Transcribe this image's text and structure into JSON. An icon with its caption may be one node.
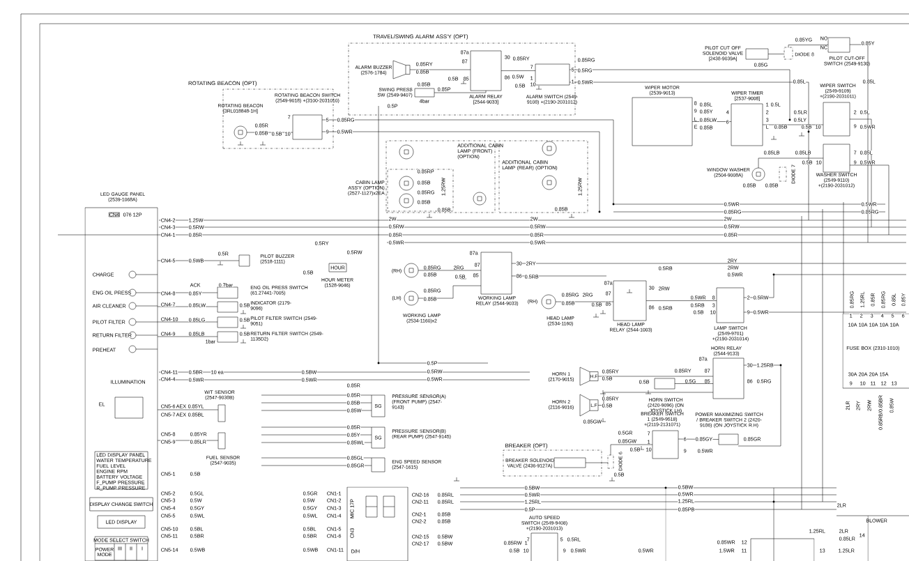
{
  "diagram": {
    "nodes": [
      {
        "text": [
          "ROTATING BEACON (OPT)"
        ]
      },
      {
        "text": [],
        "shape": "circle",
        "in": 0,
        "beside": [
          "ROTATING BEACON [3RL018848-1H]"
        ]
      },
      {
        "text": [],
        "shape": "box",
        "in": 0,
        "beside": [
          "ROTATING BEACON SWITCH (2549-9018) +(3100-2031010)"
        ]
      },
      {
        "text": [
          "TRAVEL/SWING ALARM ASS'Y (OPT)"
        ]
      },
      {
        "text": [],
        "shape": "speaker",
        "in": 3,
        "beside": [
          "ALARM BUZZER (2576-1784)"
        ]
      },
      {
        "text": [],
        "shape": "box",
        "in": 3,
        "beside": [
          "SWING PRESS SW (2549-9407)"
        ]
      },
      {
        "text": [],
        "shape": "box",
        "in": 3,
        "beside": [
          "ALARM RELAY [2544-9033]"
        ]
      },
      {
        "text": [],
        "shape": "box",
        "in": 3,
        "beside": [
          "ALARM SWITCH (2549-9108) +(2190-2031012)"
        ]
      },
      {
        "text": [
          "ADDITIONAL CABIN LAMP (FRONT) (OPTION)"
        ]
      },
      {
        "text": [],
        "shape": "box",
        "in": 8,
        "beside": [
          "CABIN LAMP ASS'Y (OPTION) (2527-1127)x2EA"
        ]
      },
      {
        "text": [],
        "shape": "circle",
        "in": 8
      },
      {
        "text": [],
        "shape": "circle",
        "in": 9
      },
      {
        "text": [],
        "shape": "circle",
        "in": 9
      },
      {
        "text": [
          "ADDITIONAL CABIN LAMP (REAR) (OPTION)"
        ]
      },
      {
        "text": [],
        "shape": "circle",
        "in": 13
      },
      {
        "text": [],
        "shape": "circle",
        "in": 13
      },
      {
        "text": [],
        "shape": "circle",
        "in": 8
      },
      {
        "text": [],
        "shape": "box",
        "beside": [
          "PILOT CUT OFF SOLENOID VALVE [2438-9039A]"
        ]
      },
      {
        "text": [],
        "shape": "box",
        "beside": [
          "DIODE 8"
        ]
      },
      {
        "text": [],
        "shape": "box",
        "beside": [
          "PILOT CUT-OFF SWITCH (2549-9130)"
        ]
      },
      {
        "text": [],
        "shape": "box",
        "beside": [
          "WIPER MOTOR (2539-9013)"
        ]
      },
      {
        "text": [],
        "shape": "box",
        "beside": [
          "WIPER TIMER [2537-9008]"
        ]
      },
      {
        "text": [],
        "shape": "box",
        "beside": [
          "WIPER SWITCH (2549-9109) +(2190-2031011)"
        ]
      },
      {
        "text": [],
        "shape": "box",
        "beside": [
          "WASHER SWITCH (2549-9110) +(2190-2031012)"
        ]
      },
      {
        "text": [],
        "shape": "circle",
        "beside": [
          "WINDOW WASHER (2504-9008A)"
        ]
      },
      {
        "text": [],
        "shape": "box",
        "beside": [
          "DIODE 7"
        ]
      },
      {
        "text": [],
        "shape": "box",
        "beside": [
          "LED GAUGE PANEL (2539-1068A)"
        ]
      },
      {
        "text": [
          "LED DISPLAY PANEL",
          "WATER TEMPERATURE",
          "FUEL LEVEL",
          "ENGINE RPM",
          "BATTERY VOLTAGE",
          "F_PUMP PRESSURE",
          "R_PUMP PRESSURE"
        ],
        "in": 26
      },
      {
        "text": [
          "DISPLAY CHANGE SWITCH"
        ],
        "in": 26
      },
      {
        "text": [
          "LED DISPLAY"
        ],
        "in": 26
      },
      {
        "text": [
          "MODE SELECT SWITCH",
          "POWER MODE",
          "III",
          "II",
          "I"
        ],
        "in": 26
      },
      {
        "text": [],
        "shape": "box",
        "beside": [
          "PILOT BUZZER (2518-1111)"
        ]
      },
      {
        "text": [
          "HOUR"
        ],
        "beside": [
          "HOUR METER (1528-9046)"
        ]
      },
      {
        "text": [],
        "shape": "box",
        "beside": [
          "ENG OIL PRESS SWITCH (61.27441-7005)"
        ]
      },
      {
        "text": [],
        "shape": "box",
        "beside": [
          "INDICATOR (2179-9096)"
        ]
      },
      {
        "text": [],
        "shape": "box",
        "beside": [
          "PILOT FILTER SWITCH (2549-9051)"
        ]
      },
      {
        "text": [],
        "shape": "box",
        "beside": [
          "RETURN FILTER SWITCH (2549-1135D2)"
        ]
      },
      {
        "text": [],
        "shape": "box",
        "beside": [
          "W/T SENSOR (2547-9038B)"
        ]
      },
      {
        "text": [],
        "shape": "box",
        "beside": [
          "FUEL SENSOR (2547-9035)"
        ]
      },
      {
        "text": [
          "SG"
        ],
        "beside": [
          "PRESSURE SENSOR(A) (FRONT PUMP) (2547-9143)"
        ]
      },
      {
        "text": [
          "SG"
        ],
        "beside": [
          "PRESSURE SENSOR(B) (REAR PUMP) (2547-9145)"
        ]
      },
      {
        "text": [],
        "shape": "box",
        "beside": [
          "ENG SPEED SENSOR (2547-1615)"
        ]
      },
      {
        "text": [],
        "shape": "box"
      },
      {
        "text": [],
        "shape": "circle",
        "beside": [
          "(RH)"
        ]
      },
      {
        "text": [],
        "shape": "circle",
        "beside": [
          "(LH)",
          "WORKING LAMP (2534-1160)x2"
        ]
      },
      {
        "text": [],
        "shape": "box",
        "beside": [
          "WORKING LAMP RELAY (2544-9033)"
        ]
      },
      {
        "text": [],
        "shape": "circle",
        "beside": [
          "(RH)",
          "HEAD LAMP (2534-1160)"
        ]
      },
      {
        "text": [],
        "shape": "box",
        "beside": [
          "HEAD LAMP RELAY (2544-1003)"
        ]
      },
      {
        "text": [],
        "shape": "box",
        "beside": [
          "LAMP SWITCH (2549-9701) +(2190-2031014)"
        ]
      },
      {
        "text": [
          "H.F"
        ],
        "beside": [
          "HORN 1 (2170-9015)"
        ]
      },
      {
        "text": [
          "L.F"
        ],
        "beside": [
          "HORN 2 (2116-9016)"
        ]
      },
      {
        "text": [],
        "shape": "box",
        "beside": [
          "HORN SWITCH (2420-9096) (ON JOYSTICK LH)"
        ]
      },
      {
        "text": [],
        "shape": "box",
        "beside": [
          "HORN RELAY (2544-9133)"
        ]
      },
      {
        "text": [
          "BREAKER (OPT)"
        ]
      },
      {
        "text": [],
        "shape": "box",
        "in": 53,
        "beside": [
          "BREAKER SOLENOID VALVE (2436-9127A)"
        ]
      },
      {
        "text": [],
        "shape": "box",
        "beside": [
          "DIODE 6"
        ]
      },
      {
        "text": [],
        "shape": "box",
        "beside": [
          "BREAKER SWITCH 1 (2549-9518) +(2119-2131071)"
        ]
      },
      {
        "text": [],
        "shape": "box",
        "beside": [
          "POWER MAXIMIZING SWITCH / BREAKER SWITCH 2 (2420-9186) (ON JOYSTICK R.H)"
        ]
      },
      {
        "text": [
          "FUSE BOX (2310-1010)"
        ]
      },
      {
        "text": [],
        "shape": "box",
        "beside": [
          "AUTO SPEED SWITCH (2549-9408) +(2190-2031013)"
        ]
      },
      {
        "text": [
          "BLOWER"
        ]
      },
      {
        "text": [],
        "shape": "box"
      }
    ],
    "edges": [
      {
        "from": 1,
        "to": 2,
        "arrow": "none"
      },
      {
        "from": 4,
        "to": 6,
        "arrow": "none"
      },
      {
        "from": 5,
        "to": 6,
        "arrow": "none"
      },
      {
        "from": 6,
        "to": 7,
        "arrow": "none"
      },
      {
        "from": 20,
        "to": 21,
        "arrow": "none"
      },
      {
        "from": 21,
        "to": 22,
        "arrow": "none"
      },
      {
        "from": 24,
        "to": 23,
        "arrow": "none"
      },
      {
        "from": 17,
        "to": 18,
        "arrow": "none"
      },
      {
        "from": 18,
        "to": 19,
        "arrow": "none"
      },
      {
        "from": 43,
        "to": 45,
        "arrow": "none"
      },
      {
        "from": 46,
        "to": 47,
        "arrow": "none"
      },
      {
        "from": 47,
        "to": 48,
        "arrow": "none"
      },
      {
        "from": 49,
        "to": 52,
        "arrow": "none"
      },
      {
        "from": 50,
        "to": 52,
        "arrow": "none"
      },
      {
        "from": 51,
        "to": 52,
        "arrow": "none"
      },
      {
        "from": 54,
        "to": 55,
        "arrow": "none"
      },
      {
        "from": 55,
        "to": 56,
        "arrow": "none"
      },
      {
        "from": 56,
        "to": 57,
        "arrow": "none"
      },
      {
        "from": 26,
        "to": 31,
        "arrow": "none"
      },
      {
        "from": 26,
        "to": 33,
        "arrow": "none"
      },
      {
        "from": 26,
        "to": 34,
        "arrow": "none"
      },
      {
        "from": 26,
        "to": 35,
        "arrow": "none"
      },
      {
        "from": 26,
        "to": 36,
        "arrow": "none"
      },
      {
        "from": 26,
        "to": 37,
        "arrow": "none"
      },
      {
        "from": 26,
        "to": 38,
        "arrow": "none"
      },
      {
        "from": 44,
        "to": 45,
        "arrow": "none"
      }
    ],
    "labels": [
      "7",
      "5",
      "9",
      "0.85R",
      "0.85B",
      "0.5B",
      "10",
      "0.85RG",
      "0.5WR",
      "0.85RY",
      "0.85B",
      "0.85B",
      "0.85P",
      "4bar",
      "0.5P",
      "87a",
      "87",
      "0.5B",
      "85",
      "30",
      "0.85RY",
      "86",
      "0.5W",
      "0.5B",
      "7",
      "1",
      "10",
      "5",
      "1",
      "0.85RG",
      "0.5RG",
      "0.5WR",
      "0.85RP",
      "0.85B",
      "0.85RG",
      "0.85B",
      "1.25RW",
      "0.85B",
      "1.25RW",
      "0.85B",
      "0.85YG",
      "0.85Y",
      "NO",
      "NC",
      "0.85G",
      "0.85L",
      "0.85L",
      "8",
      "0.85L",
      "9",
      "0.85Y",
      "L",
      "0.85LW",
      "E",
      "0.85B",
      "4",
      "6",
      "1",
      "0.5L",
      "2",
      "0.5LR",
      "3",
      "0.5LY",
      "L",
      "0.85B",
      "0.5B",
      "10",
      "2",
      "0.5L",
      "9",
      "0.5WR",
      "0.85LB",
      "0.85LB",
      "0.5B",
      "10",
      "7",
      "0.85L",
      "9",
      "0.5WR",
      "0.85B",
      "0.85B",
      "0.5WR",
      "0.85RG",
      "2W",
      "0.5RW",
      "0.85R",
      "0.5WR",
      "0.85RG",
      "2W",
      "0.5RW",
      "0.85R",
      "0.5WR",
      "2W",
      "0.5RW",
      "0.85R",
      "0.5WR",
      "CN4",
      "076 12P",
      "CN4-2",
      "1.25W",
      "CN4-3",
      "0.5RW",
      "CN4-1",
      "0.85R",
      "CN4-5",
      "0.5WB",
      "CHARGE",
      "ENG OIL PRESS",
      "AIR CLEANER",
      "PILOT FILTER",
      "RETURN FILTER",
      "PREHEAT",
      "CN4-8",
      "ACK",
      "0.85Y",
      "0.7bar",
      "CN4-7",
      "0.85LW",
      "0.5B",
      "CN4-10",
      "0.85LG",
      "0.5B",
      "CN4-9",
      "0.85LB",
      "0.5B",
      "1bar",
      "CN4-11",
      "0.5BR",
      "10 ea",
      "0.5BW",
      "CN4-4",
      "0.5WR",
      "0.5WR",
      "ILLUMINATION",
      "EL",
      "0.5R",
      "0.5RY",
      "0.5RW",
      "0.5B",
      "CN5-6",
      "AEX",
      "0.85YL",
      "CN5-7",
      "AEX",
      "0.85BL",
      "CN5-8",
      "0.85YR",
      "CN5-9",
      "0.85LR",
      "CN5-1",
      "0.5B",
      "CN5-2",
      "0.5GL",
      "CN5-3",
      "0.5W",
      "CN5-4",
      "0.5GY",
      "CN5-5",
      "0.5WL",
      "CN5-10",
      "0.5BL",
      "CN5-11",
      "0.5BR",
      "CN5-14",
      "0.5WB",
      "0.5GR",
      "CN1-1",
      "0.5W",
      "CN1-2",
      "0.5GY",
      "CN1-3",
      "0.5WL",
      "CN1-4",
      "0.5BL",
      "CN1-5",
      "0.5BR",
      "CN1-6",
      "0.5WB",
      "CN1-11",
      "0.85R",
      "0.85R",
      "0.85B",
      "0.85W",
      "0.85R",
      "0.85Y",
      "0.85WL",
      "0.85GL",
      "0.85GR",
      "CN3",
      "MIC 17P",
      "D/H",
      "CN2-16",
      "0.85RL",
      "CN2-11",
      "0.85RL",
      "CN2-1",
      "0.85B",
      "CN2-2",
      "0.85B",
      "CN2-15",
      "0.5BW",
      "CN2-17",
      "0.5BW",
      "0.5P",
      "0.5RW",
      "0.5WR",
      "0.5BW",
      "0.5WR",
      "1.25RL",
      "0.5P",
      "0.85RG",
      "0.85B",
      "0.85RG",
      "0.85B",
      "2RG",
      "87a",
      "87",
      "0.5B",
      "85",
      "30",
      "2RY",
      "86",
      "0.5RB",
      "0.85RG",
      "0.85B",
      "2RG",
      "0.5B",
      "87a",
      "87",
      "85",
      "30",
      "2RW",
      "86",
      "0.5RB",
      "0.5RB",
      "2RY",
      "2RW",
      "0.5WR",
      "0.5WR",
      "8",
      "0.5RB",
      "3",
      "0.5B",
      "10",
      "2",
      "0.5RW",
      "9",
      "0.5WR",
      "0.85RY",
      "0.5B",
      "0.85RY",
      "0.5B",
      "0.85RY",
      "87a",
      "87",
      "0.5B",
      "0.5G",
      "85",
      "30",
      "1.25RB",
      "86",
      "0.5RG",
      "0.5GR",
      "0.85GW",
      "0.85GW",
      "0.5B",
      "0.5B",
      "7",
      "1",
      "10",
      "6",
      "0.85GY",
      "9",
      "0.5WR",
      "0.85GR",
      "0.5BW",
      "0.5WR",
      "1.25RL",
      "0.85PB",
      "7",
      "5",
      "0.5RL",
      "0.85RW",
      "1",
      "0.5B",
      "10",
      "9",
      "0.5WR",
      "0.85RG",
      "1.25RL",
      "0.85R",
      "0.85RG",
      "0.85L",
      "0.85Y",
      "2LR",
      "2RY",
      "2RW",
      "0.85RB/0.85BR",
      "0.85W",
      "2LR",
      "1.25RL",
      "2LR",
      "0.85LR",
      "14",
      "0.85WR",
      "12",
      "0.5WR",
      "1.5WR",
      "11",
      "13",
      "1.25LR",
      "10A",
      "10A",
      "10A",
      "10A",
      "10A",
      "30A",
      "20A",
      "20A",
      "15A",
      "1",
      "2",
      "3",
      "4",
      "5",
      "6",
      "9",
      "10",
      "11",
      "12",
      "13"
    ]
  }
}
